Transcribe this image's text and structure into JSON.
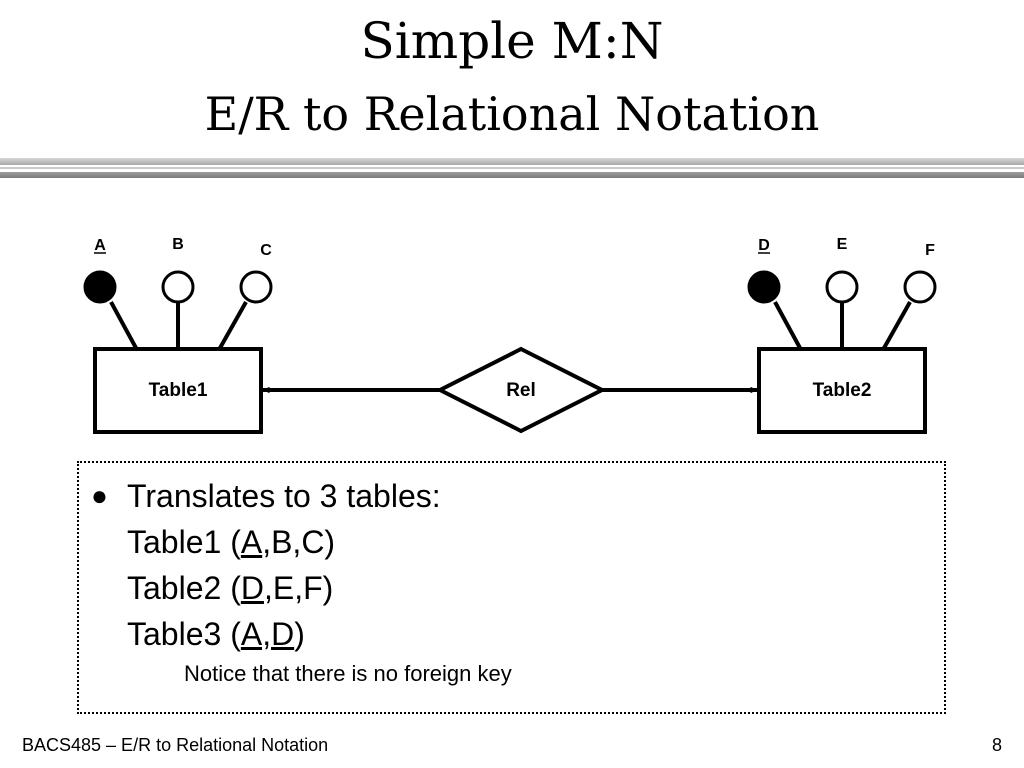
{
  "title": {
    "line1": "Simple M:N",
    "line2": "E/R to Relational Notation"
  },
  "diagram": {
    "entity_left": {
      "name": "Table1",
      "attributes": [
        {
          "label": "A",
          "key": true
        },
        {
          "label": "B",
          "key": false
        },
        {
          "label": "C",
          "key": false
        }
      ]
    },
    "entity_right": {
      "name": "Table2",
      "attributes": [
        {
          "label": "D",
          "key": true
        },
        {
          "label": "E",
          "key": false
        },
        {
          "label": "F",
          "key": false
        }
      ]
    },
    "relationship": {
      "name": "Rel"
    }
  },
  "notes": {
    "heading": "Translates to 3 tables:",
    "table1": {
      "name": "Table1 (",
      "key": "A",
      "rest": ",B,C)"
    },
    "table2": {
      "name": "Table2 (",
      "key": "D",
      "rest": ",E,F)"
    },
    "table3": {
      "name": "Table3 (",
      "key": "A,D",
      "rest": ")"
    },
    "sub_note": "Notice that there is no foreign key"
  },
  "footer": {
    "left": "BACS485 – E/R to Relational Notation",
    "page_number": "8"
  }
}
